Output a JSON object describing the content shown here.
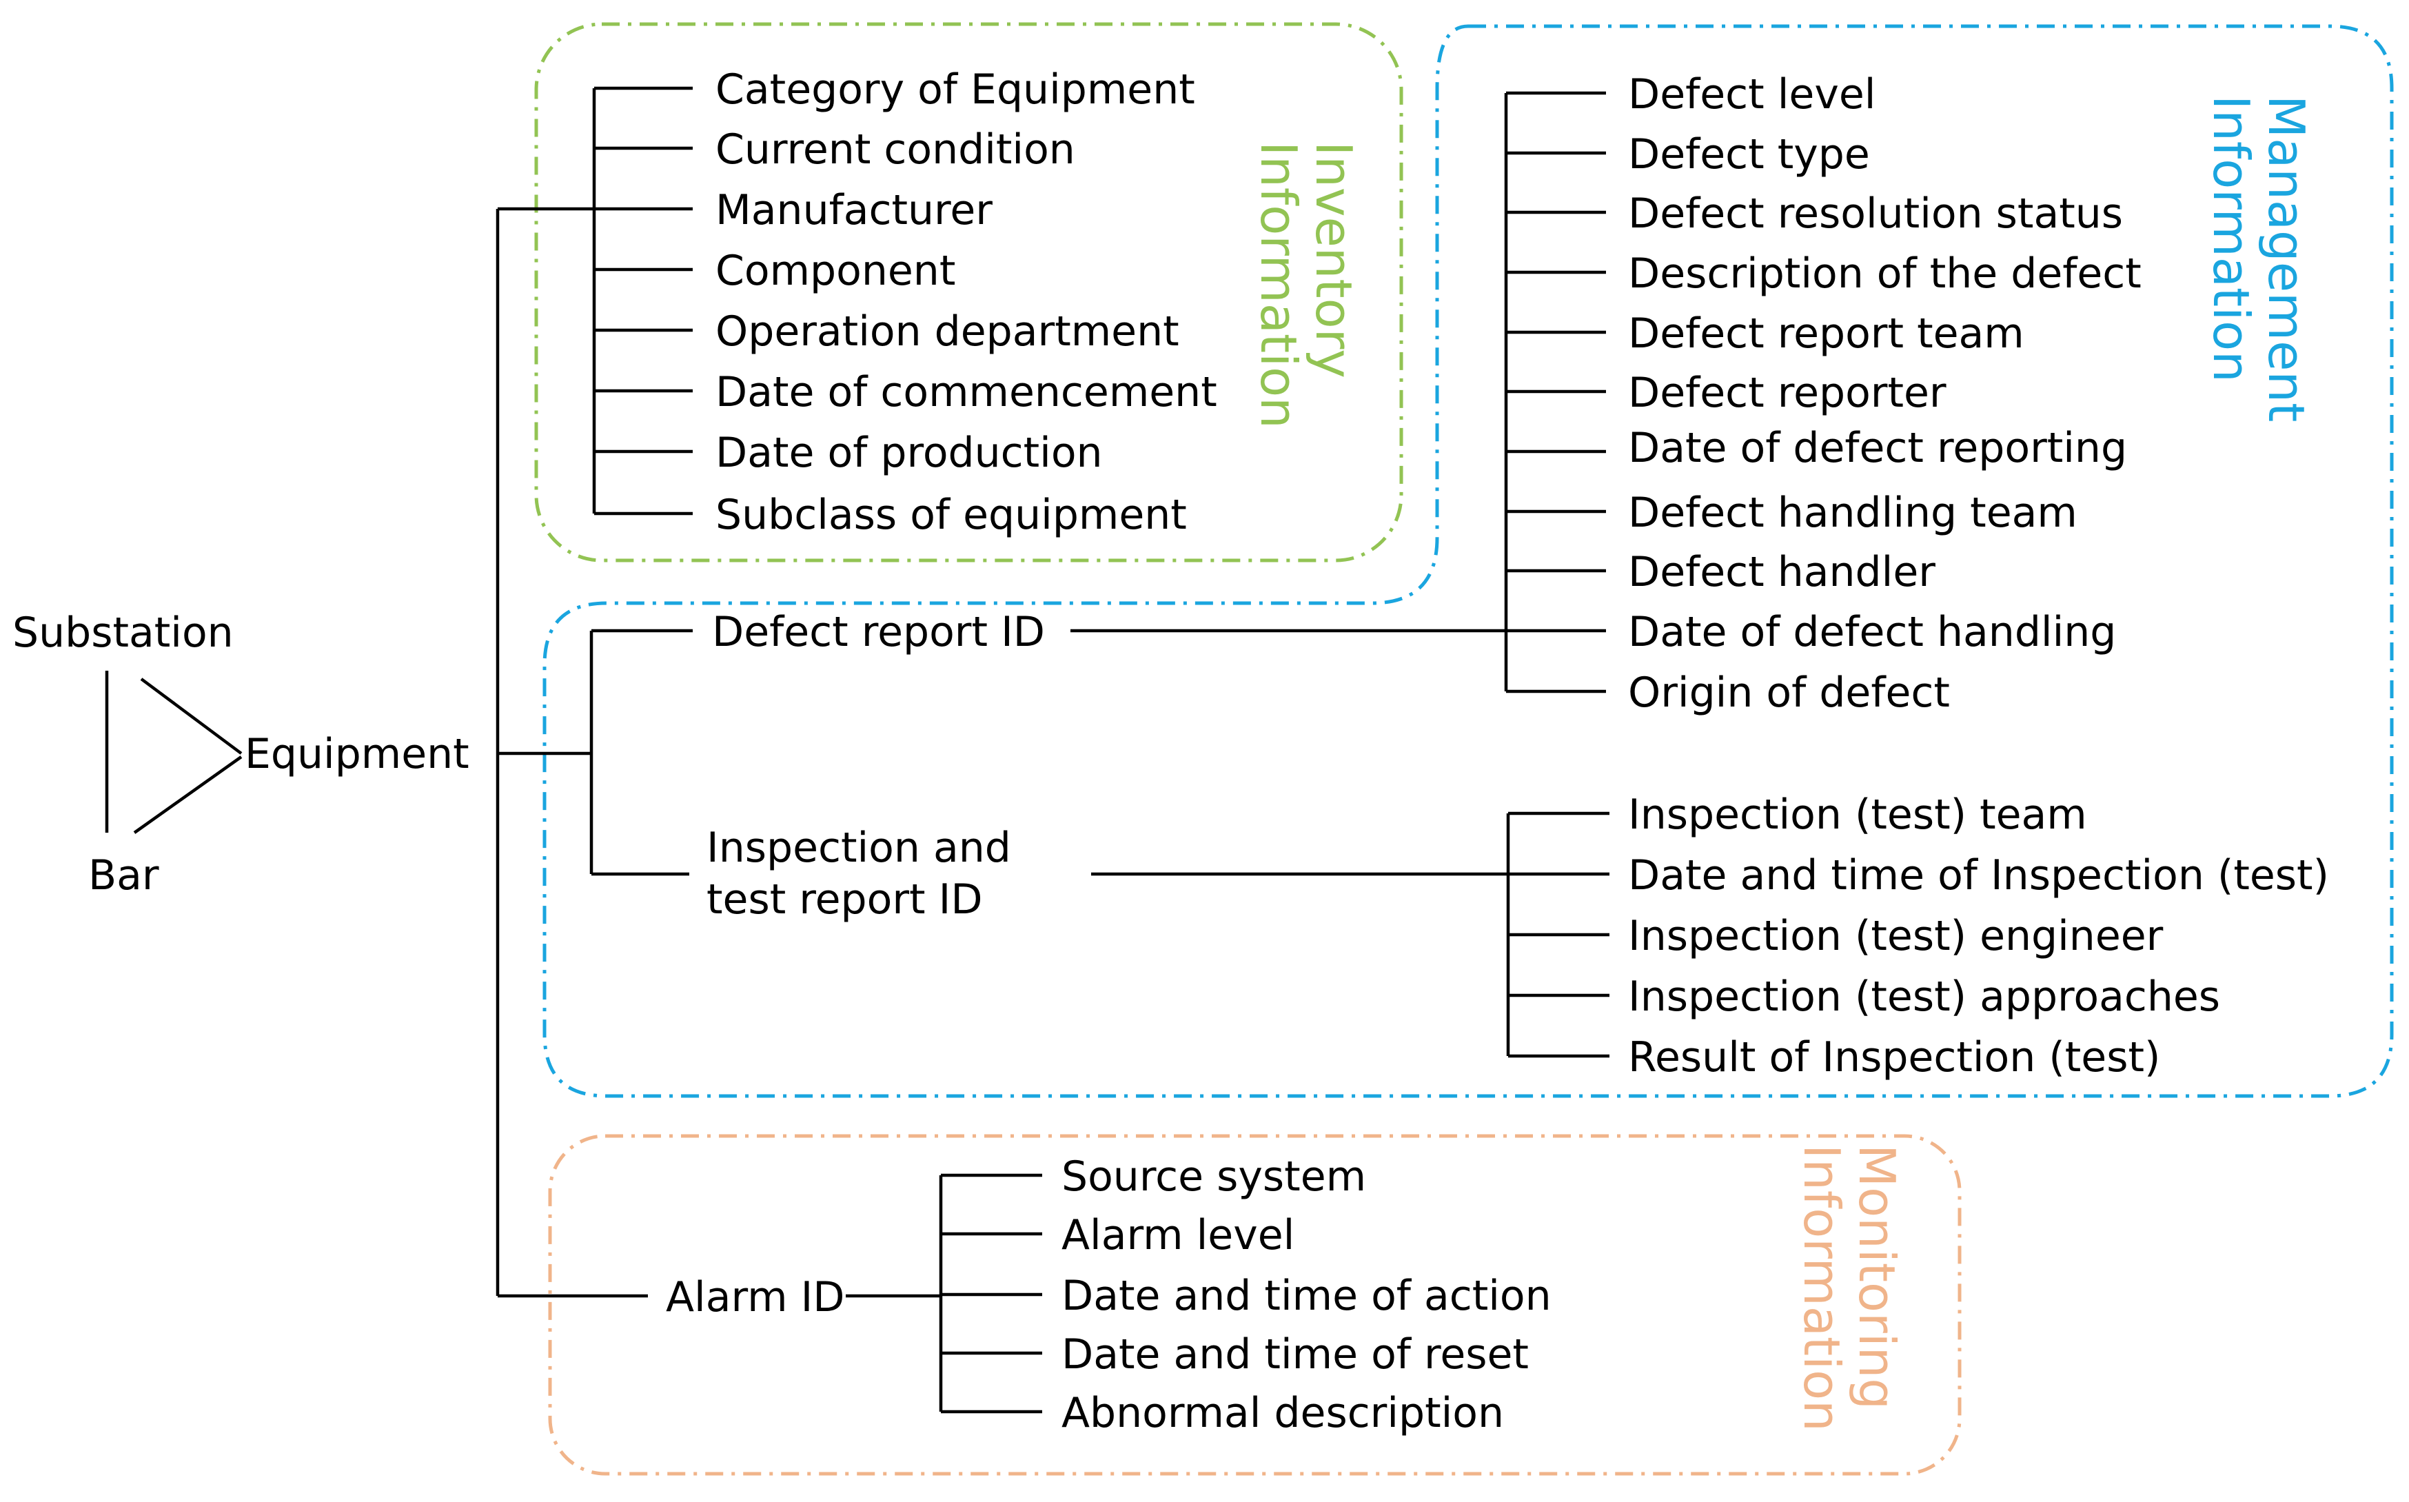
{
  "root": {
    "substation": "Substation",
    "bar": "Bar",
    "equipment": "Equipment"
  },
  "colors": {
    "inventory": "#92c353",
    "management": "#1aa5df",
    "monitoring": "#f0b48a",
    "lines": "#000000"
  },
  "inventory": {
    "title_line1": "Inventory",
    "title_line2": "Information",
    "items": [
      "Category of Equipment",
      "Current condition",
      "Manufacturer",
      "Component",
      "Operation department",
      "Date of commencement",
      "Date of production",
      "Subclass of equipment"
    ]
  },
  "management": {
    "title_line1": "Management",
    "title_line2": "Information",
    "defect_report_id": "Defect report ID",
    "defect_items": [
      "Defect level",
      "Defect type",
      "Defect resolution status",
      "Description of the defect",
      "Defect report team",
      "Defect reporter",
      "Date of defect reporting",
      "Defect handling team",
      "Defect handler",
      "Date of defect handling",
      "Origin of defect"
    ],
    "inspection_id_line1": "Inspection and",
    "inspection_id_line2": "test report ID",
    "inspection_items": [
      "Inspection (test) team",
      "Date and time of Inspection (test)",
      "Inspection (test)  engineer",
      "Inspection (test) approaches",
      "Result of Inspection (test)"
    ]
  },
  "monitoring": {
    "title_line1": "Monitoring",
    "title_line2": "Information",
    "alarm_id": "Alarm ID",
    "items": [
      "Source system",
      "Alarm level",
      "Date and time of action",
      "Date and time of reset",
      "Abnormal description"
    ]
  }
}
